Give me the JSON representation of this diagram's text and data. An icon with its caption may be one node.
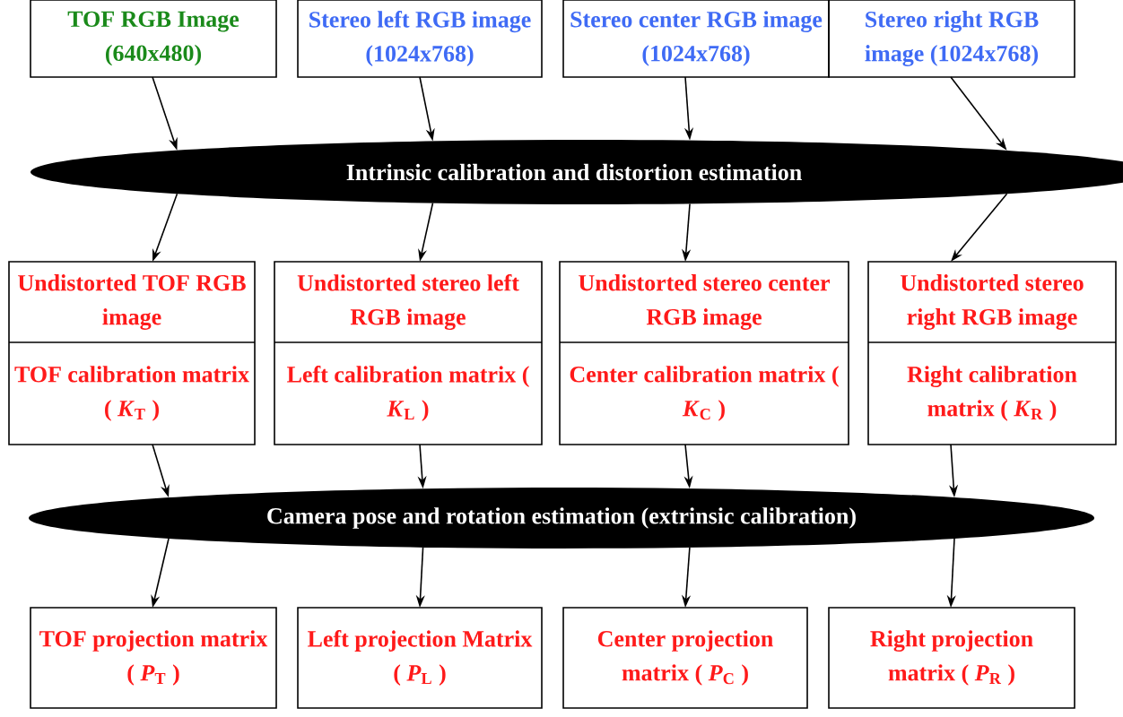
{
  "diagram": {
    "nodes": [
      {
        "text": [
          "TOF RGB Image (640x480)"
        ]
      },
      {
        "text": [
          "Stereo left RGB image (1024x768)"
        ]
      },
      {
        "text": [
          "Stereo center RGB image (1024x768)"
        ]
      },
      {
        "text": [
          "Stereo right RGB image (1024x768)"
        ]
      },
      {
        "text": [
          "Intrinsic calibration and distortion estimation"
        ]
      },
      {
        "text": [
          "Undistorted TOF RGB image",
          "TOF calibration matrix ( *K*$_{T}$ )"
        ]
      },
      {
        "text": [
          "Undistorted stereo left RGB image",
          "Left calibration matrix ( *K*$_{L}$ )"
        ]
      },
      {
        "text": [
          "Undistorted stereo center RGB image",
          "Center calibration matrix ( *K*$_{C}$ )"
        ]
      },
      {
        "text": [
          "Undistorted stereo right RGB image",
          "Right calibration matrix ( *K*$_{R}$ )"
        ]
      },
      {
        "text": [
          "Camera pose and rotation estimation (extrinsic calibration)"
        ]
      },
      {
        "text": [
          "TOF projection matrix ( *P*$_{T}$ )"
        ]
      },
      {
        "text": [
          "Left projection Matrix ( *P*$_{L}$ )"
        ]
      },
      {
        "text": [
          "Center projection matrix ( *P*$_{C}$ )"
        ]
      },
      {
        "text": [
          "Right projection matrix ( *P*$_{R}$ )"
        ]
      }
    ],
    "edges": [
      {
        "from": 0,
        "to": 4,
        "arrow": "to"
      },
      {
        "from": 1,
        "to": 4,
        "arrow": "to"
      },
      {
        "from": 2,
        "to": 4,
        "arrow": "to"
      },
      {
        "from": 3,
        "to": 4,
        "arrow": "to"
      },
      {
        "from": 4,
        "to": 5,
        "arrow": "to"
      },
      {
        "from": 4,
        "to": 6,
        "arrow": "to"
      },
      {
        "from": 4,
        "to": 7,
        "arrow": "to"
      },
      {
        "from": 4,
        "to": 8,
        "arrow": "to"
      },
      {
        "from": 5,
        "to": 9,
        "arrow": "to"
      },
      {
        "from": 6,
        "to": 9,
        "arrow": "to"
      },
      {
        "from": 7,
        "to": 9,
        "arrow": "to"
      },
      {
        "from": 8,
        "to": 9,
        "arrow": "to"
      },
      {
        "from": 9,
        "to": 10,
        "arrow": "to"
      },
      {
        "from": 9,
        "to": 11,
        "arrow": "to"
      },
      {
        "from": 9,
        "to": 12,
        "arrow": "to"
      },
      {
        "from": 9,
        "to": 13,
        "arrow": "to"
      }
    ]
  }
}
